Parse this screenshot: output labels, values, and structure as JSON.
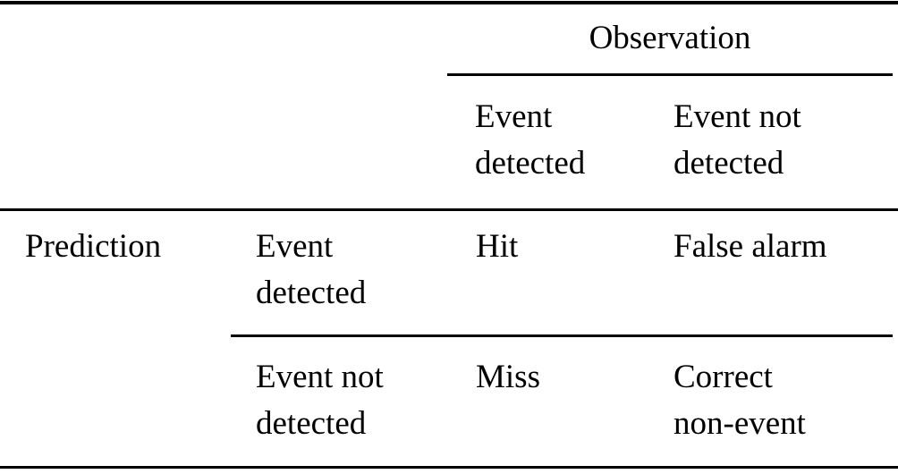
{
  "table": {
    "kind": "contingency-table",
    "column_group_header": "Observation",
    "stub_header": "Prediction",
    "column_headers": [
      "Event\ndetected",
      "Event not\ndetected"
    ],
    "rows": [
      {
        "stub": "Prediction",
        "row_header": "Event\ndetected",
        "cells": [
          "Hit",
          "False alarm"
        ]
      },
      {
        "stub": "",
        "row_header": "Event not\ndetected",
        "cells": [
          "Miss",
          "Correct\nnon-event"
        ]
      }
    ],
    "colors": {
      "rule": "#000000",
      "text": "#000000",
      "background": "#ffffff"
    }
  }
}
